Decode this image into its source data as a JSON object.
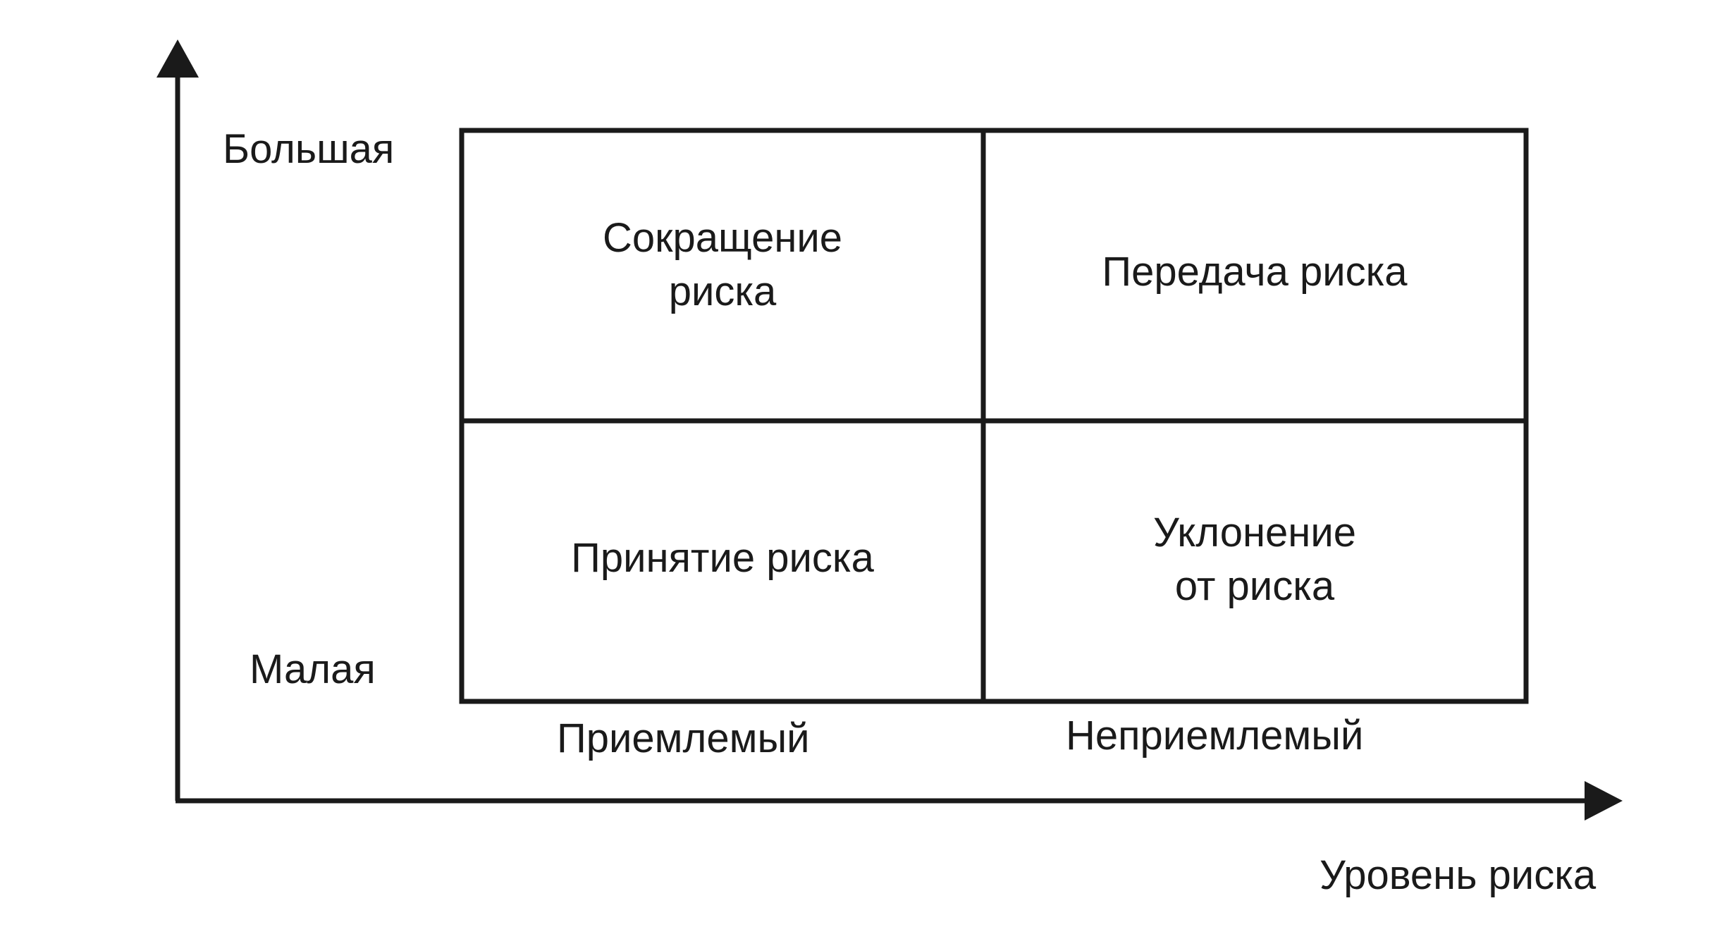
{
  "diagram": {
    "y_axis": {
      "top_label": "Большая",
      "bottom_label": "Малая"
    },
    "x_axis": {
      "title": "Уровень риска",
      "left_label": "Приемлемый",
      "right_label": "Неприемлемый"
    },
    "cells": {
      "top_left": "Сокращение\nриска",
      "top_right": "Передача риска",
      "bottom_left": "Принятие риска",
      "bottom_right": "Уклонение\nот риска"
    },
    "colors": {
      "ink": "#1a1a1a",
      "background": "#ffffff"
    }
  }
}
